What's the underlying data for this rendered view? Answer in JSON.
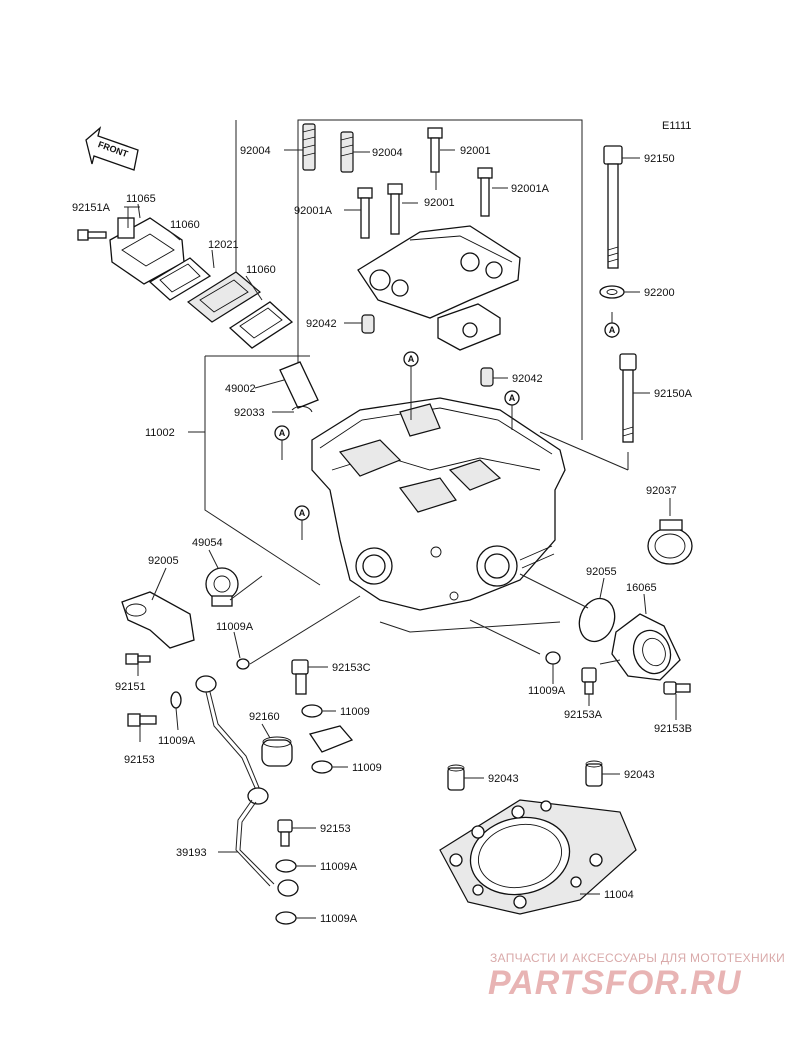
{
  "diagram_code": "E1111",
  "front_arrow": "FRONT",
  "callout_letter": "A",
  "parts": {
    "p92004a": "92004",
    "p92004b": "92004",
    "p92001a": "92001",
    "p92001b": "92001",
    "p92001Aa": "92001A",
    "p92001Ab": "92001A",
    "p92150": "92150",
    "p92200": "92200",
    "p92150A": "92150A",
    "p92037": "92037",
    "p92151A": "92151A",
    "p11065": "11065",
    "p11060a": "11060",
    "p12021": "12021",
    "p11060b": "11060",
    "p92042a": "92042",
    "p92042b": "92042",
    "p49002": "49002",
    "p92033": "92033",
    "p11002": "11002",
    "p92005": "92005",
    "p49054": "49054",
    "p11009Aa": "11009A",
    "p92151": "92151",
    "p92153a": "92153",
    "p11009Ab": "11009A",
    "p92153C": "92153C",
    "p11009a": "11009",
    "p92160": "92160",
    "p11009b": "11009",
    "p92153b": "92153",
    "p39193": "39193",
    "p11009Ac": "11009A",
    "p11009Ad": "11009A",
    "p92055": "92055",
    "p16065": "16065",
    "p11009Ae": "11009A",
    "p92153A": "92153A",
    "p92153B": "92153B",
    "p92043a": "92043",
    "p92043b": "92043",
    "p11004": "11004"
  },
  "watermark": {
    "tagline": "ЗАПЧАСТИ И АКСЕССУАРЫ ДЛЯ МОТОТЕХНИКИ",
    "brand": "PARTSFOR.RU"
  }
}
